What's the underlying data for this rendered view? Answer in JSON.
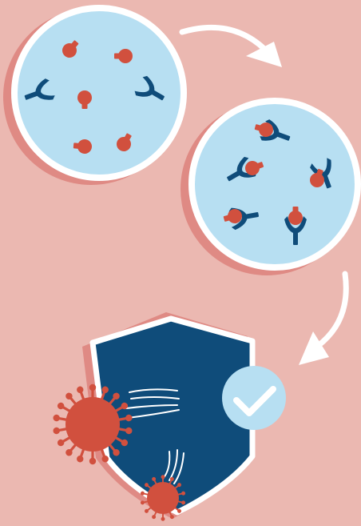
{
  "colors": {
    "background": "#ebb8b1",
    "circle_fill": "#b7dff2",
    "circle_border": "#ffffff",
    "circle_shadow": "#df8a84",
    "antigen": "#d1503e",
    "antibody": "#0f4c7a",
    "shield_fill": "#0f4c7a",
    "shield_border": "#ffffff",
    "shield_shadow": "#df8a84",
    "check_badge": "#b7dff2",
    "arrow": "#ffffff",
    "virus": "#d1503e"
  },
  "icons": {
    "step1": "antigens-and-antibodies-separate",
    "step2": "antibodies-bound-to-antigens",
    "step3": "shield-blocking-virus",
    "badge": "checkmark-icon"
  }
}
